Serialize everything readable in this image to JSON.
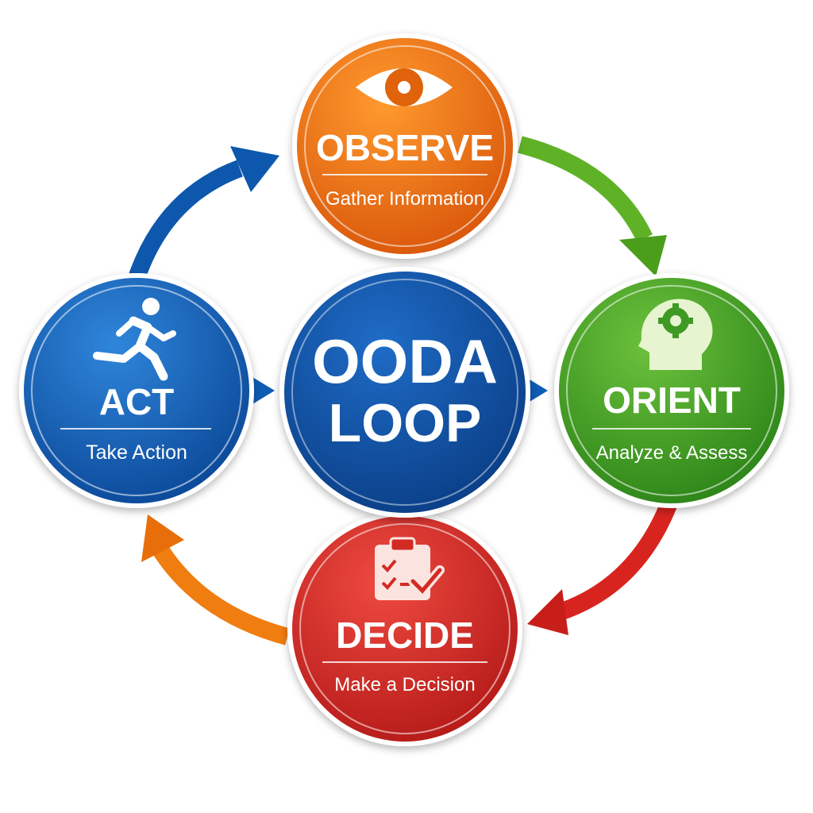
{
  "center": {
    "line1": "OODA",
    "line2": "LOOP",
    "color": "#0d4fa3"
  },
  "nodes": {
    "observe": {
      "title": "OBSERVE",
      "subtitle": "Gather Information",
      "color": "#ee6e0c",
      "icon": "eye-icon"
    },
    "orient": {
      "title": "ORIENT",
      "subtitle": "Analyze & Assess",
      "color": "#3f9a25",
      "icon": "head-gear-icon"
    },
    "decide": {
      "title": "DECIDE",
      "subtitle": "Make a Decision",
      "color": "#d42a24",
      "icon": "clipboard-check-icon"
    },
    "act": {
      "title": "ACT",
      "subtitle": "Take Action",
      "color": "#0f5cb5",
      "icon": "running-person-icon"
    }
  },
  "arrows": {
    "observe_to_orient": "#5fb226",
    "orient_to_decide": "#d8241f",
    "decide_to_act": "#f07d10",
    "act_to_observe": "#0d58ad"
  }
}
